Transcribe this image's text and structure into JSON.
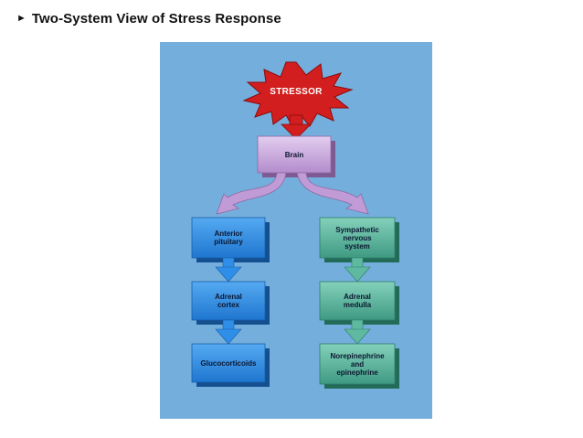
{
  "title": "Two-System View of Stress Response",
  "diagram": {
    "stressor": "STRESSOR",
    "brain": "Brain",
    "left_branch": {
      "step1": "Anterior\npituitary",
      "step2": "Adrenal\ncortex",
      "step3": "Glucocorticoids"
    },
    "right_branch": {
      "step1": "Sympathetic\nnervous\nsystem",
      "step2": "Adrenal\nmedulla",
      "step3": "Norepinephrine\nand\nepinephrine"
    }
  },
  "colors": {
    "panel_bg": "#74aedc",
    "stressor_red": "#d21e1e",
    "brain_purple": "#c8a6dc",
    "left_blue": "#2f8fe8",
    "right_green": "#5fb9a1"
  }
}
